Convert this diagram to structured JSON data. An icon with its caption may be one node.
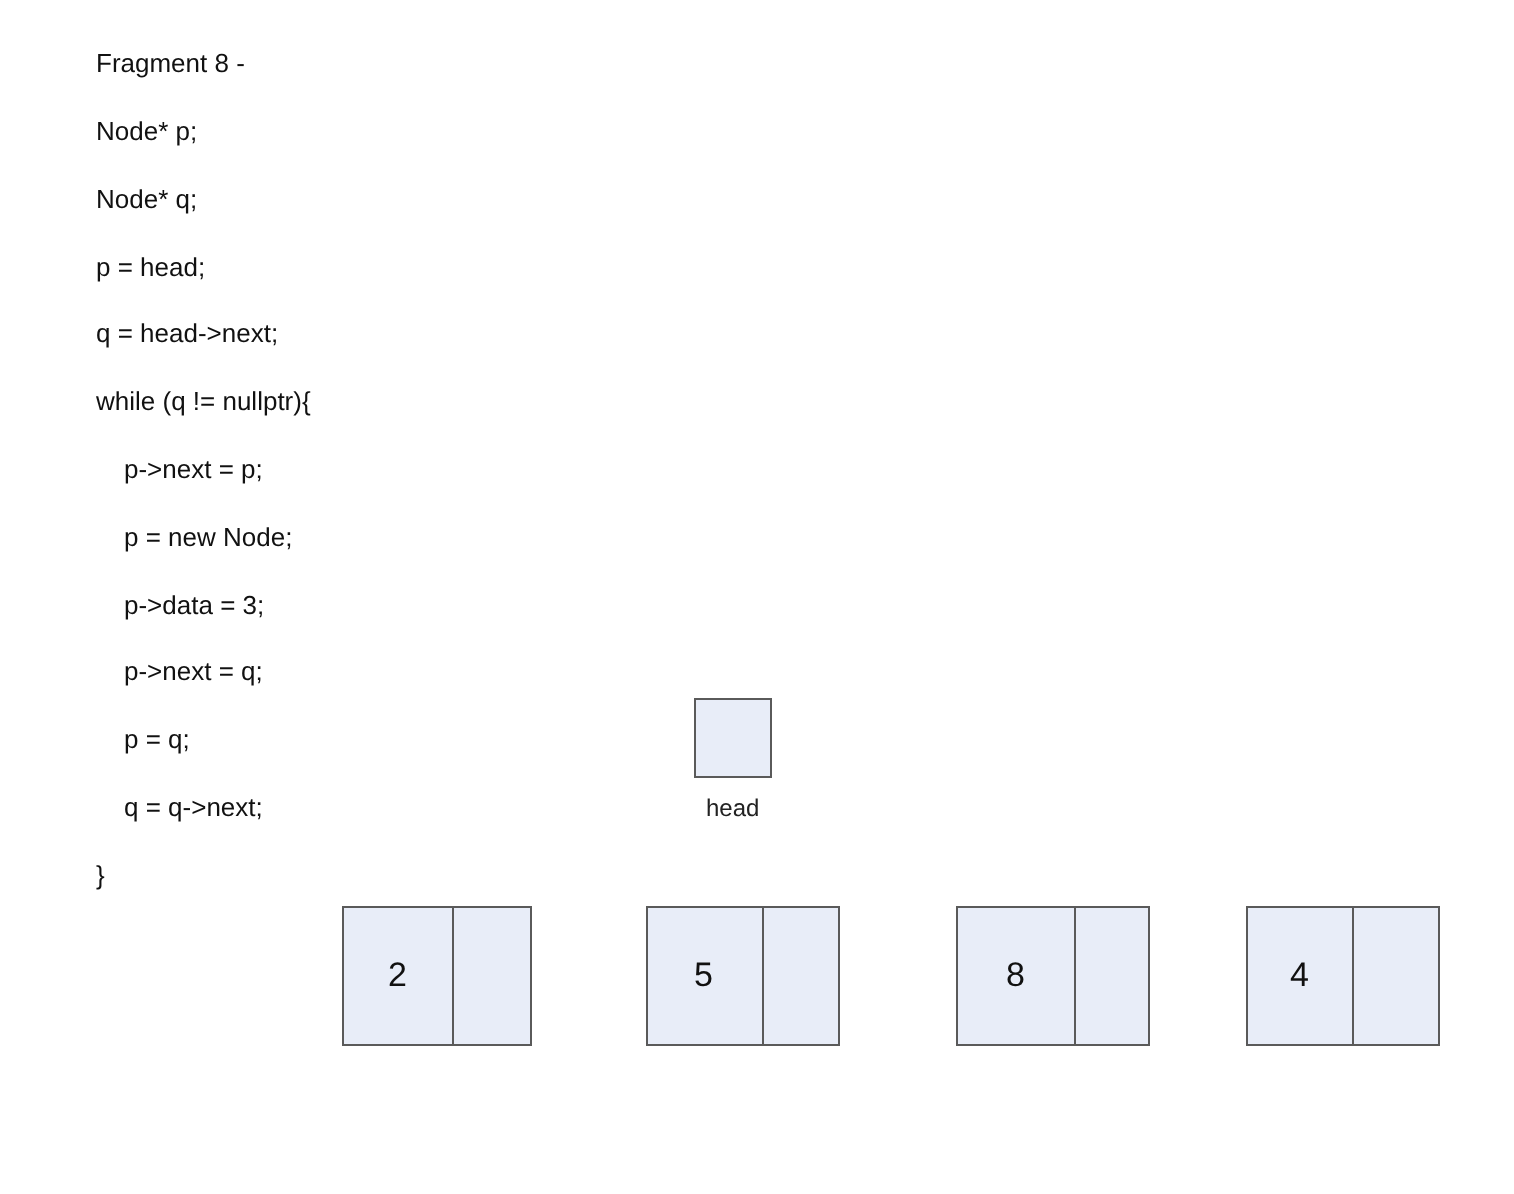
{
  "diagram": {
    "title": "Fragment 8 -",
    "nodes": [
      {
        "text": [],
        "shape": "box",
        "beside": [
          "head"
        ]
      },
      {
        "text": [
          "2"
        ]
      },
      {
        "text": [
          "5"
        ]
      },
      {
        "text": [
          "8"
        ]
      },
      {
        "text": [
          "4"
        ]
      }
    ],
    "labels": [
      "Node* p;",
      "Node* q;",
      "p = head;",
      "q = head->next;",
      "while (q != nullptr){",
      "p->next = p;",
      "p = new Node;",
      "p->data = 3;",
      "p->next = q;",
      "p = q;",
      "q = q->next;",
      "}"
    ]
  }
}
